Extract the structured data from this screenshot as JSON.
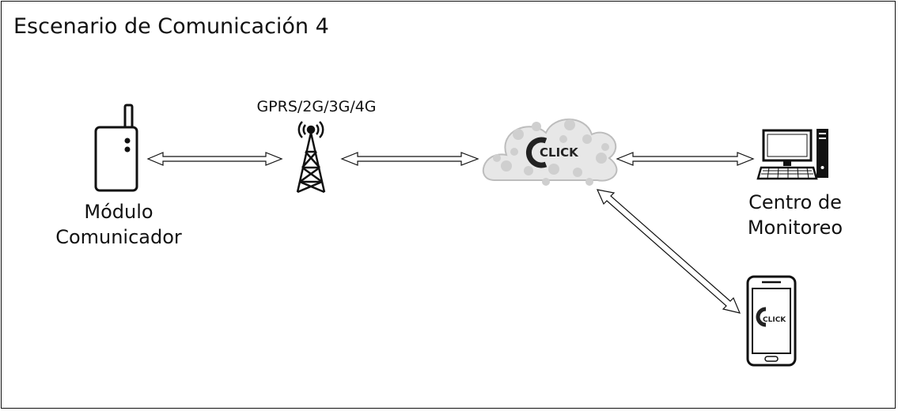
{
  "title": "Escenario de Comunicación 4",
  "nodes": {
    "module": {
      "label_line1": "Módulo",
      "label_line2": "Comunicador",
      "icon": "gps-tracker-device-icon"
    },
    "tower": {
      "label": "GPRS/2G/3G/4G",
      "icon": "cell-tower-icon"
    },
    "cloud": {
      "logo_text": "CLICK",
      "icon": "cloud-icon"
    },
    "center": {
      "label_line1": "Centro de",
      "label_line2": "Monitoreo",
      "icon": "desktop-computer-icon"
    },
    "phone": {
      "logo_text": "CLICK",
      "icon": "smartphone-icon"
    }
  },
  "colors": {
    "line": "#111111",
    "cloud": "#cfcfcf",
    "cloud_dark": "#9a9a9a",
    "logo_dark": "#222222"
  }
}
